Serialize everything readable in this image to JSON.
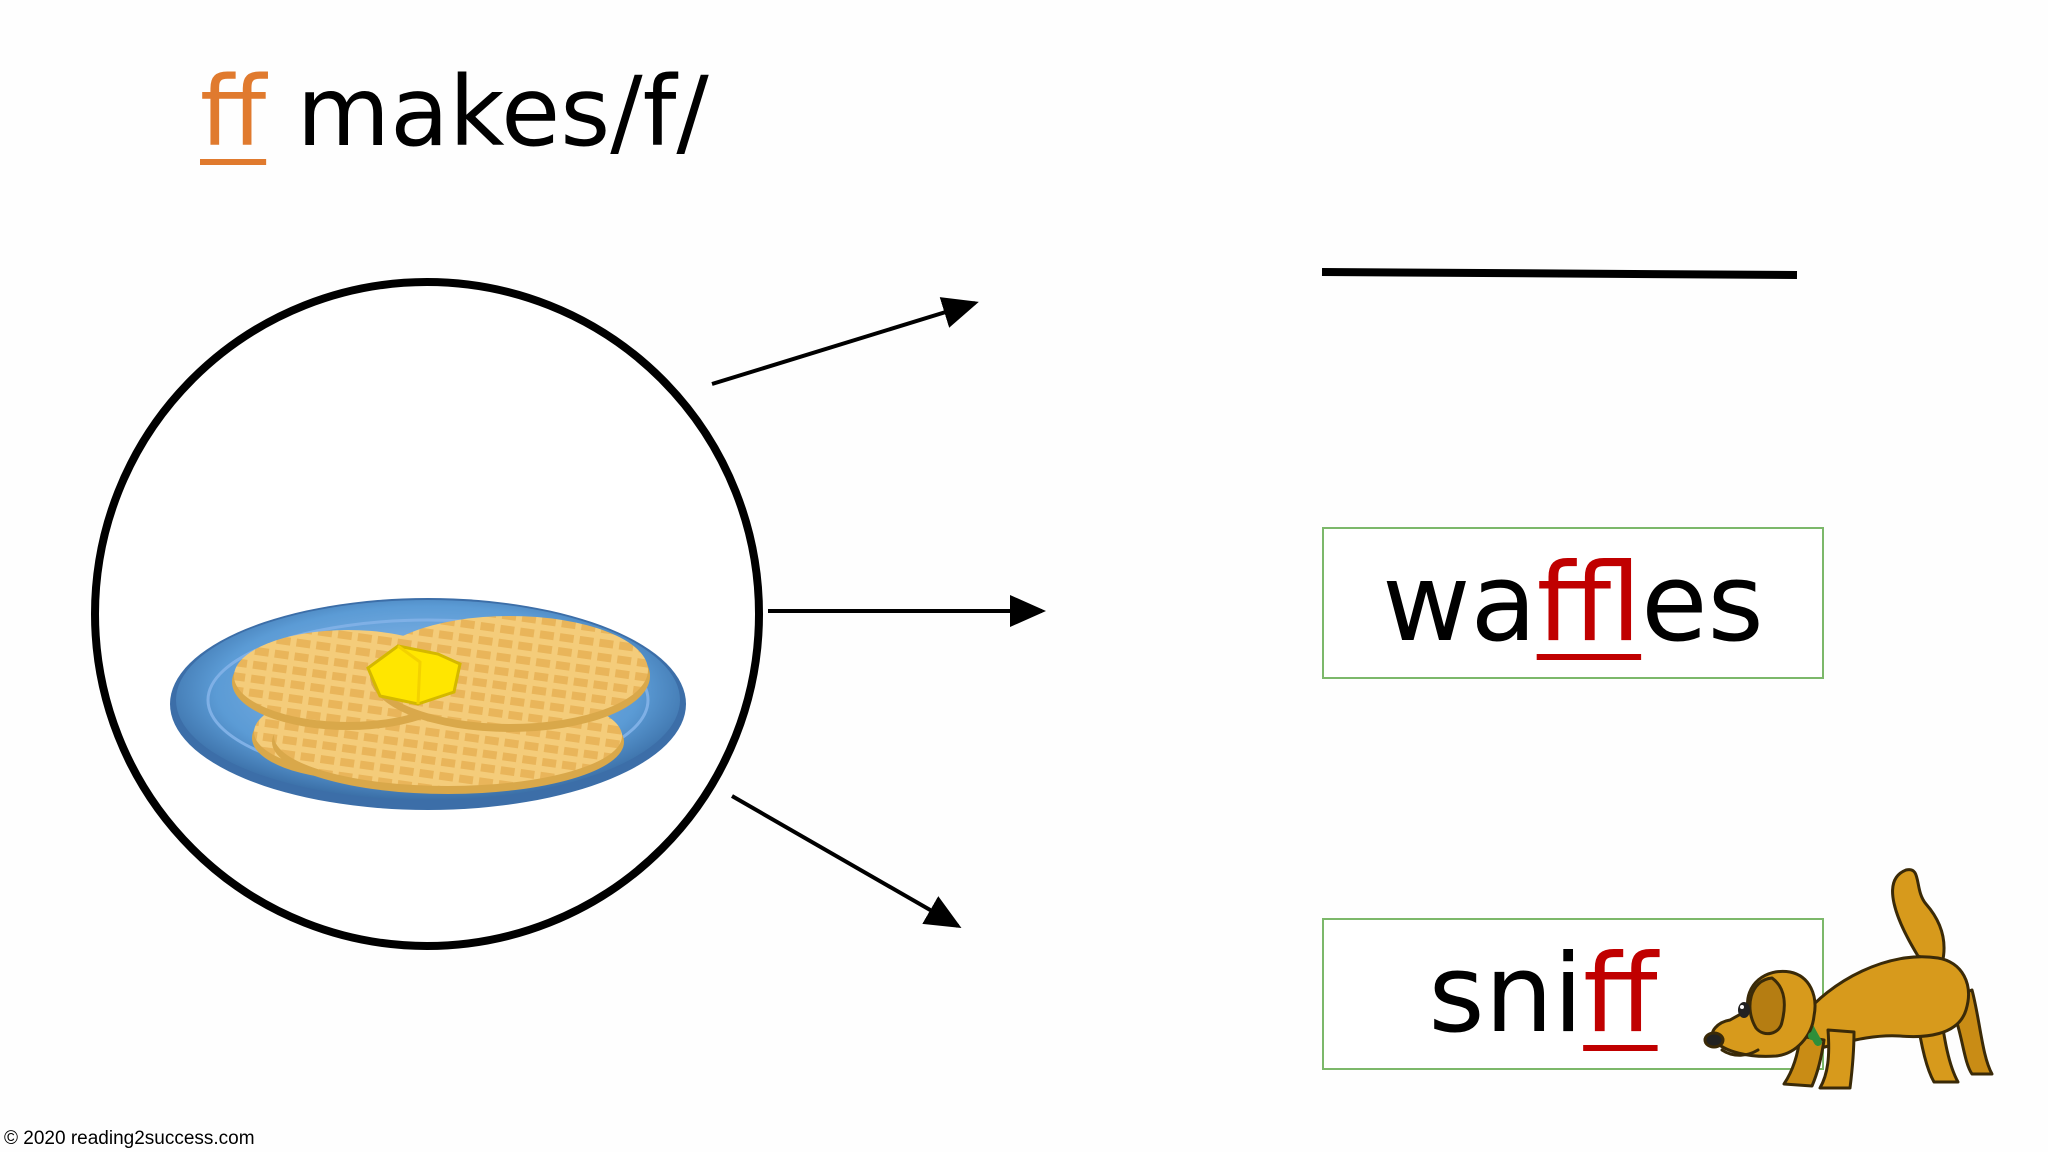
{
  "title": {
    "highlight": "ff",
    "rest": " makes/f/"
  },
  "words": {
    "waffles": {
      "pre": "wa",
      "highlight": "ff",
      "post": "les"
    },
    "sniff": {
      "pre": "sni",
      "highlight": "ff",
      "post": ""
    }
  },
  "footer": {
    "copyright": "© 2020 reading2success.com"
  },
  "colors": {
    "title_highlight": "#e07a2e",
    "word_highlight": "#c00000",
    "box_border": "#7cb86a",
    "plate": "#5b9bd5",
    "waffle": "#f0c46a",
    "butter": "#ffe600",
    "dog": "#d79a1c"
  },
  "icons": {
    "picture": "waffles-plate-image",
    "mascot": "dog-sniffing-image"
  }
}
